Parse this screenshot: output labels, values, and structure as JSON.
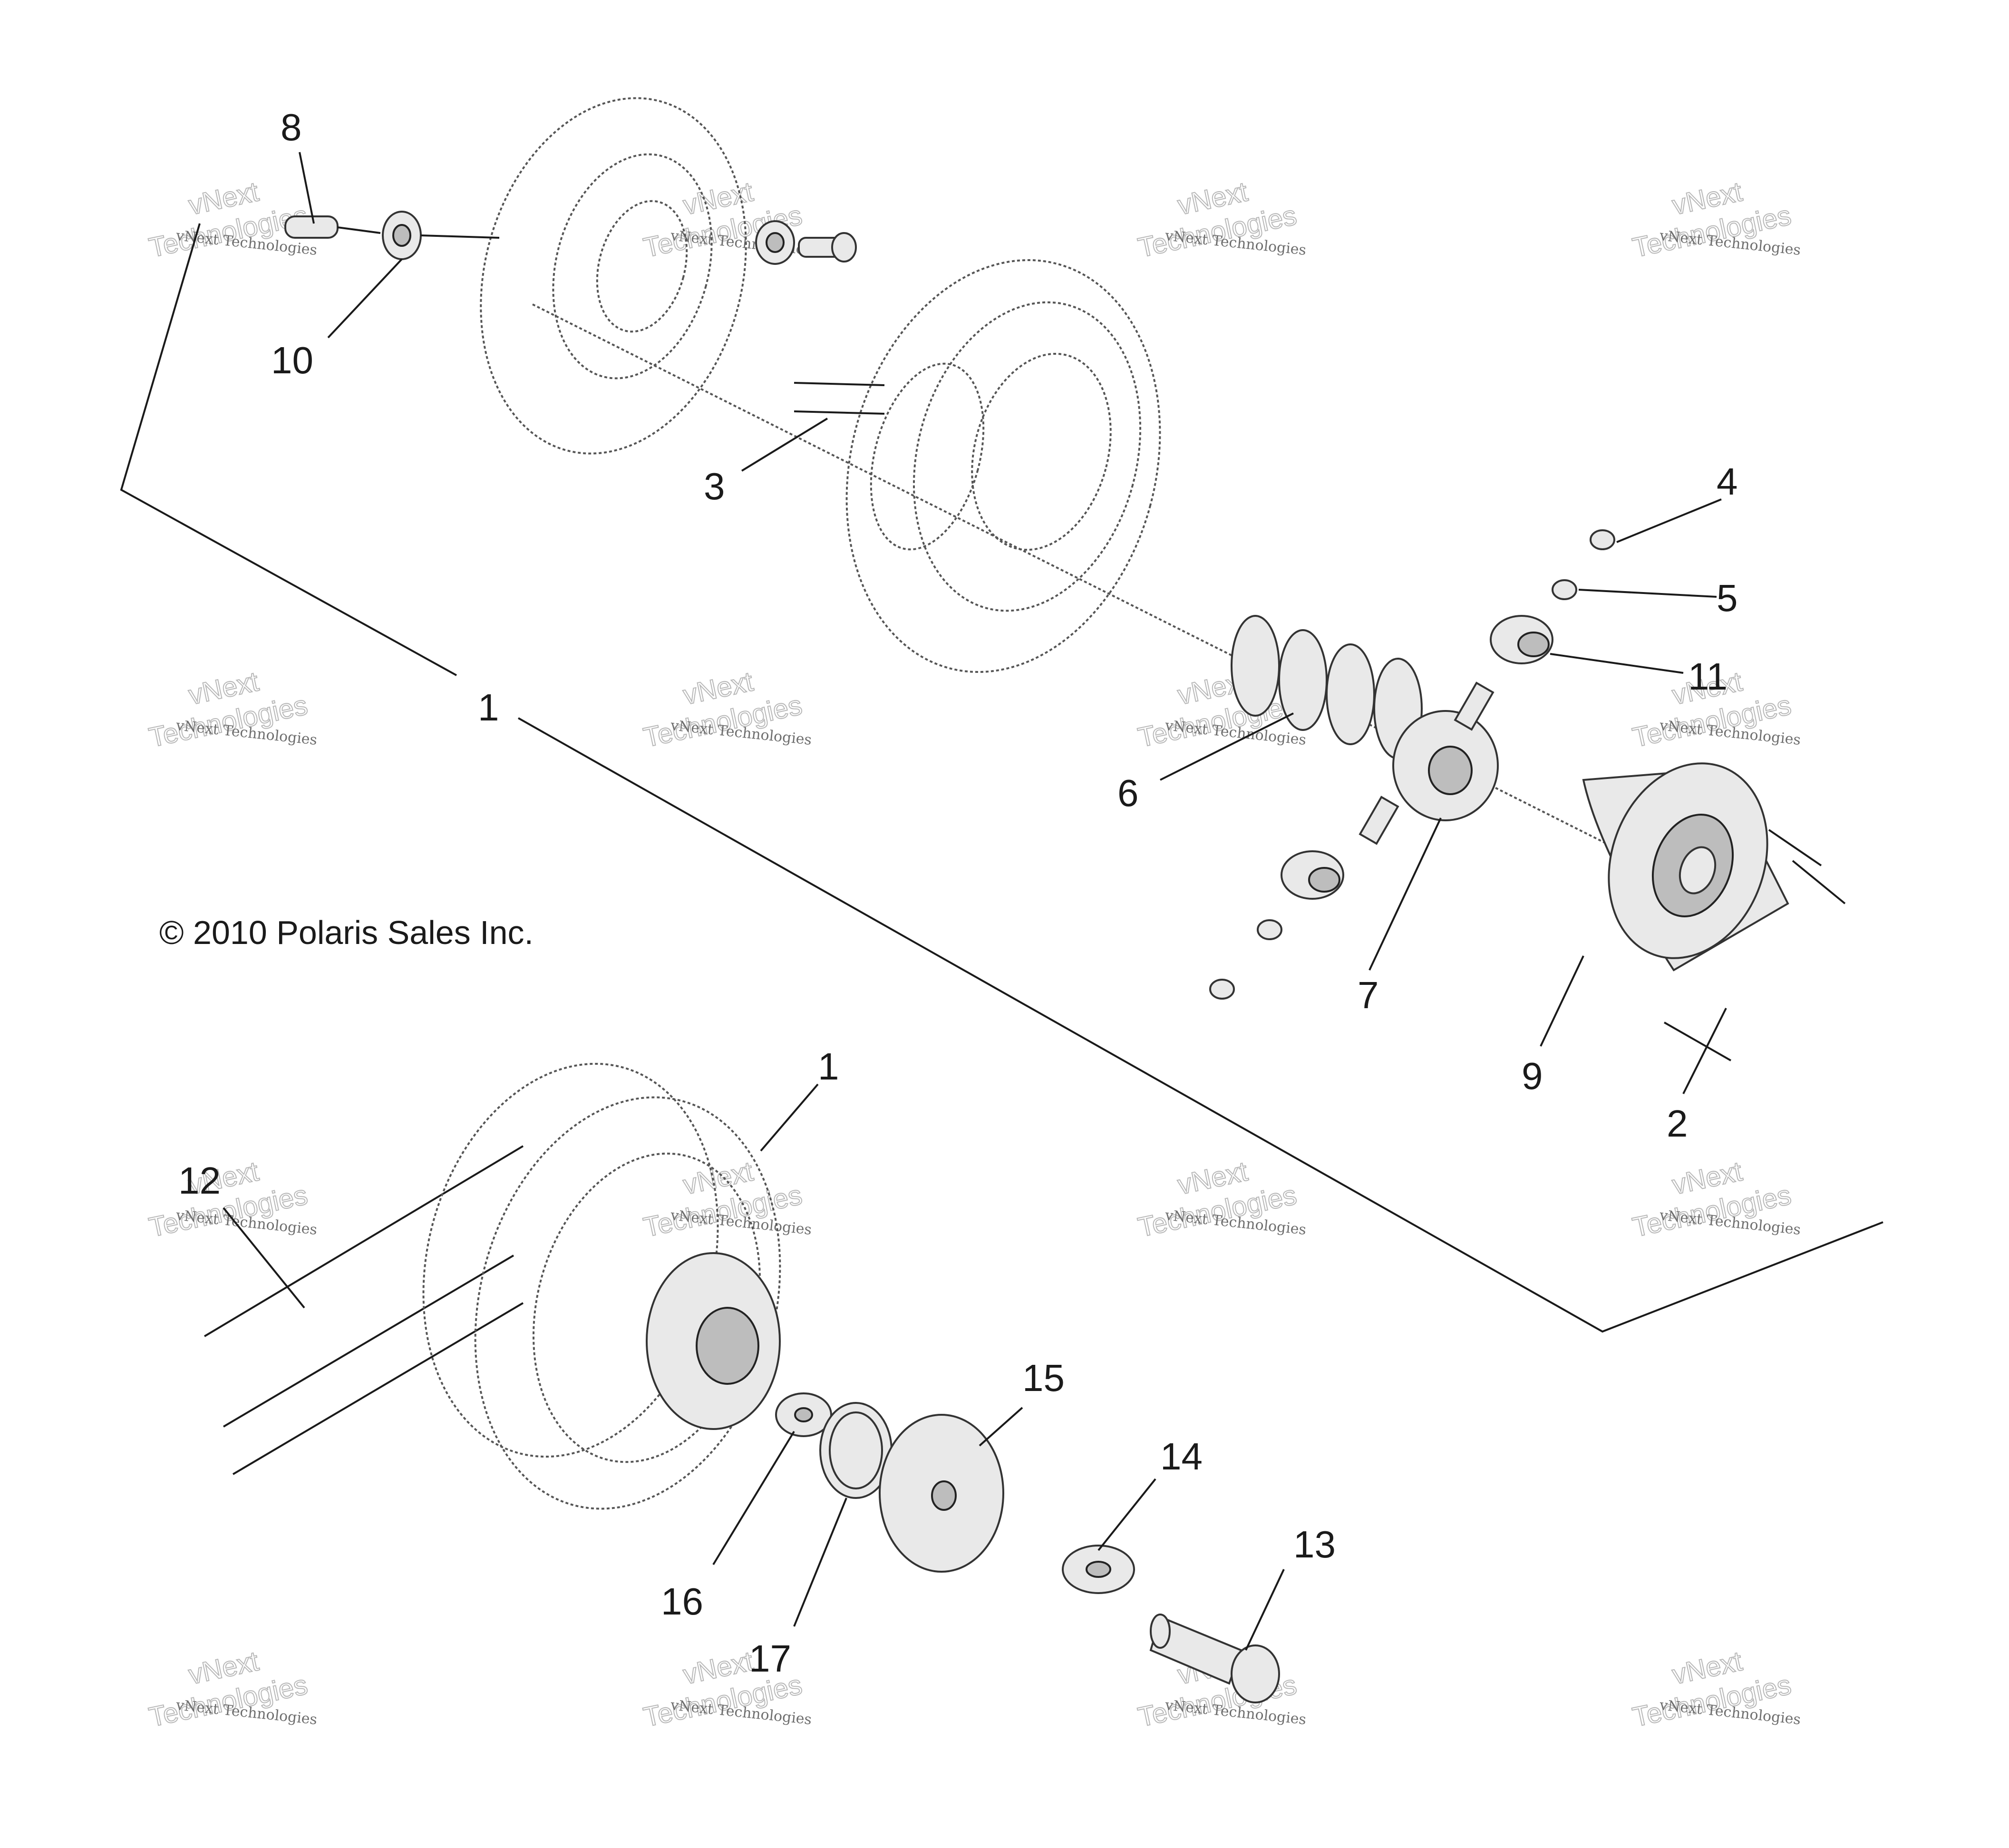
{
  "copyright": "© 2010 Polaris Sales Inc.",
  "callouts": {
    "c1a": "1",
    "c1b": "1",
    "c2": "2",
    "c3": "3",
    "c4": "4",
    "c5": "5",
    "c6": "6",
    "c7": "7",
    "c8": "8",
    "c9": "9",
    "c10": "10",
    "c11": "11",
    "c12": "12",
    "c13": "13",
    "c14": "14",
    "c15": "15",
    "c16": "16",
    "c17": "17"
  },
  "watermark": {
    "line1": "vNext",
    "line2": "Technologies",
    "small": "vNext Technologies"
  }
}
